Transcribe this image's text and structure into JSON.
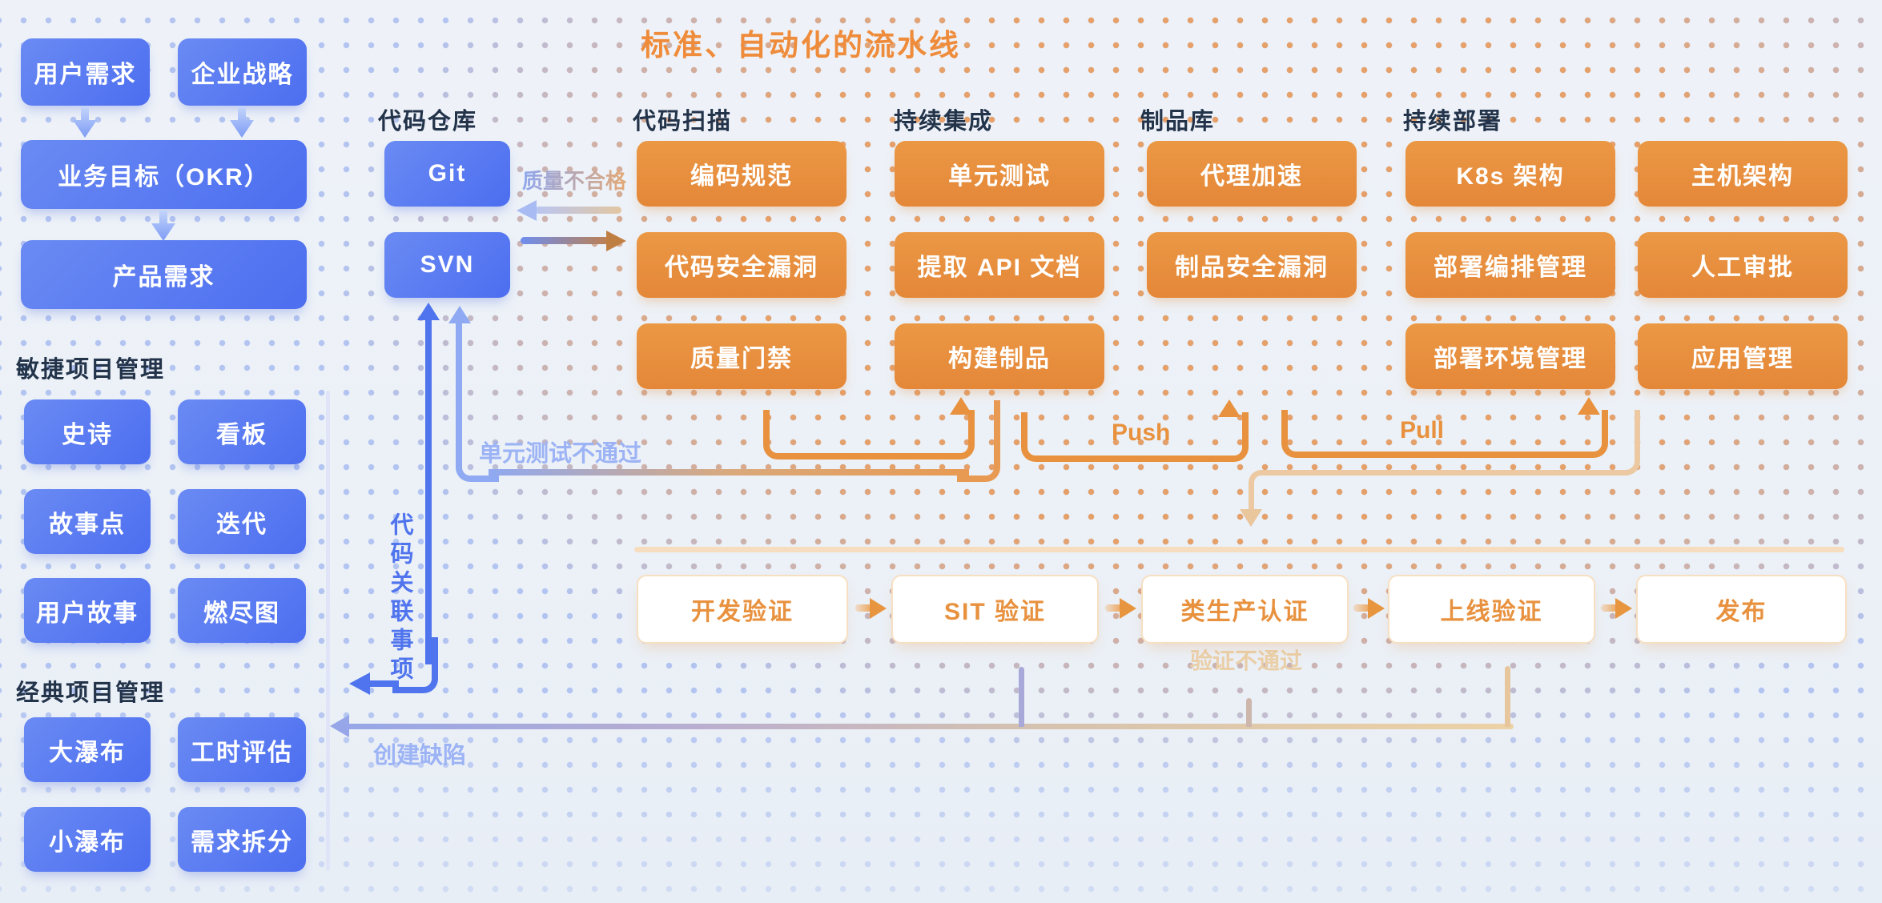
{
  "title": "标准、自动化的流水线",
  "left_panel": {
    "top_boxes": [
      "用户需求",
      "企业战略"
    ],
    "okr_box": "业务目标（OKR）",
    "product_box": "产品需求",
    "agile": {
      "heading": "敏捷项目管理",
      "items": [
        "史诗",
        "看板",
        "故事点",
        "迭代",
        "用户故事",
        "燃尽图"
      ]
    },
    "classic": {
      "heading": "经典项目管理",
      "items": [
        "大瀑布",
        "工时评估",
        "小瀑布",
        "需求拆分"
      ]
    }
  },
  "pipeline": {
    "columns": [
      {
        "header": "代码仓库",
        "items": [
          "Git",
          "SVN"
        ]
      },
      {
        "header": "代码扫描",
        "items": [
          "编码规范",
          "代码安全漏洞",
          "质量门禁"
        ]
      },
      {
        "header": "持续集成",
        "items": [
          "单元测试",
          "提取 API 文档",
          "构建制品"
        ]
      },
      {
        "header": "制品库",
        "items": [
          "代理加速",
          "制品安全漏洞"
        ]
      },
      {
        "header": "持续部署",
        "items": [
          "K8s 架构",
          "部署编排管理",
          "部署环境管理"
        ]
      },
      {
        "header": "",
        "items": [
          "主机架构",
          "人工审批",
          "应用管理"
        ]
      }
    ]
  },
  "stages": [
    "开发验证",
    "SIT 验证",
    "类生产认证",
    "上线验证",
    "发布"
  ],
  "edges": {
    "quality_fail": "质量不合格",
    "unit_test_fail": "单元测试不通过",
    "code_link": "代码关联事项",
    "create_defect": "创建缺陷",
    "push": "Push",
    "pull": "Pull",
    "verify_fail": "验证不通过"
  },
  "colors": {
    "blue_box": "#4c6ef0",
    "orange_box": "#e8913e",
    "header_text": "#22334a",
    "title_text": "#ef8c3b",
    "light_blue_edge": "#9cb3f5",
    "solid_blue_edge": "#4f74ee",
    "tan_edge": "#ecc9a2"
  }
}
